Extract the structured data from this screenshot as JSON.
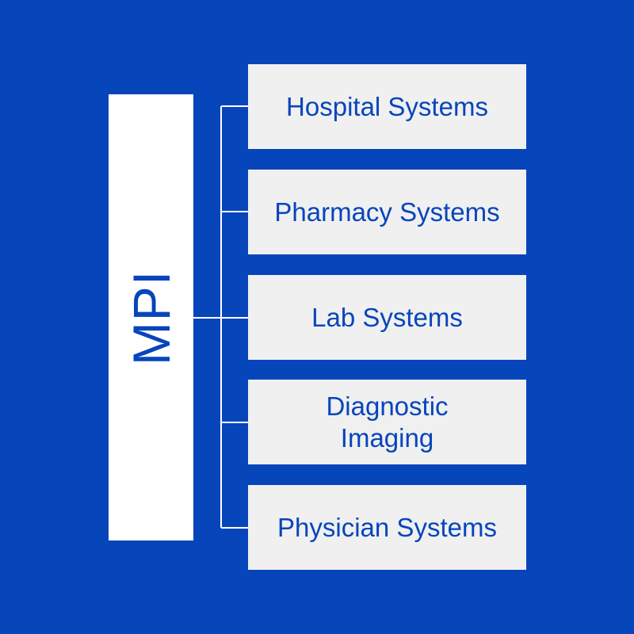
{
  "colors": {
    "background": "#0745bb",
    "box_fill": "#f0f0f0",
    "mpi_fill": "#ffffff",
    "text": "#0745bb",
    "connector": "#ffffff"
  },
  "mpi": {
    "label": "MPI"
  },
  "systems": [
    {
      "label": "Hospital Systems"
    },
    {
      "label": "Pharmacy Systems"
    },
    {
      "label": "Lab Systems"
    },
    {
      "label": "Diagnostic Imaging"
    },
    {
      "label": "Physician Systems"
    }
  ]
}
